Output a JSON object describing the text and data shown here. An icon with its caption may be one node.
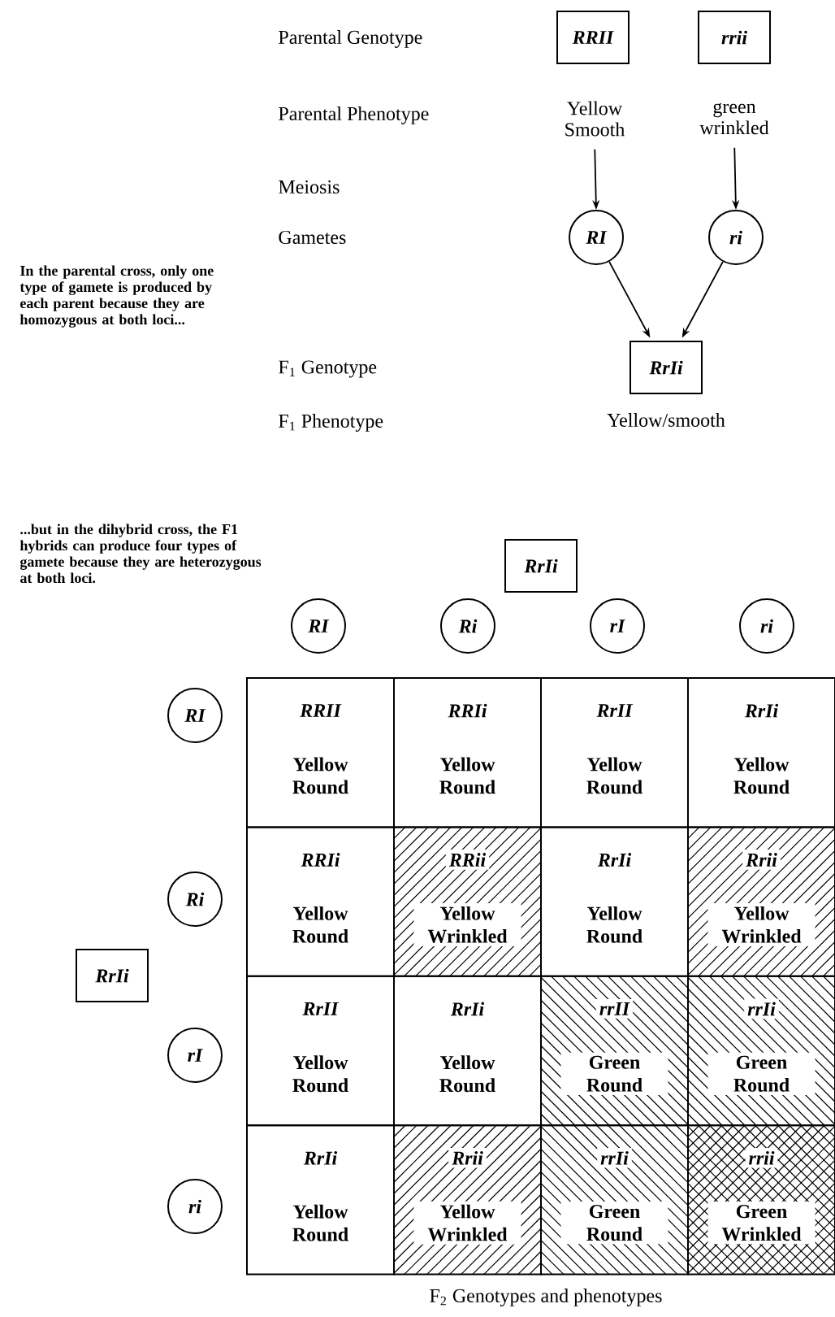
{
  "diagram": {
    "caption": "F$_{2}$ Genotypes and phenotypes",
    "nodes": [
      {
        "text": [
          "RRII"
        ]
      },
      {
        "text": [
          "rrii"
        ]
      },
      {
        "text": [
          "Yellow Smooth"
        ]
      },
      {
        "text": [
          "green wrinkled"
        ]
      },
      {
        "text": [
          "RI"
        ]
      },
      {
        "text": [
          "ri"
        ]
      },
      {
        "text": [
          "RrIi"
        ],
        "beside": [
          "Yellow/smooth"
        ]
      },
      {
        "text": [
          "RrIi"
        ]
      },
      {
        "text": [
          "RI"
        ]
      },
      {
        "text": [
          "Ri"
        ]
      },
      {
        "text": [
          "rI"
        ]
      },
      {
        "text": [
          "ri"
        ]
      },
      {
        "text": [
          "RI"
        ]
      },
      {
        "text": [
          "Ri"
        ]
      },
      {
        "text": [
          "rI"
        ]
      },
      {
        "text": [
          "ri"
        ]
      },
      {
        "text": [
          "RrIi"
        ]
      },
      {
        "text": [
          "RRII",
          "Yellow Round"
        ]
      },
      {
        "text": [
          "RRIi",
          "Yellow Round"
        ]
      },
      {
        "text": [
          "RrII",
          "Yellow Round"
        ]
      },
      {
        "text": [
          "RrIi",
          "Yellow Round"
        ]
      },
      {
        "text": [
          "RRIi",
          "Yellow Round"
        ]
      },
      {
        "text": [
          "RRii",
          "Yellow Wrinkled"
        ]
      },
      {
        "text": [
          "RrIi",
          "Yellow Round"
        ]
      },
      {
        "text": [
          "Rrii",
          "Yellow Wrinkled"
        ]
      },
      {
        "text": [
          "RrII",
          "Yellow Round"
        ]
      },
      {
        "text": [
          "RrIi",
          "Yellow Round"
        ]
      },
      {
        "text": [
          "rrII",
          "Green Round"
        ]
      },
      {
        "text": [
          "rrIi",
          "Green Round"
        ]
      },
      {
        "text": [
          "RrIi",
          "Yellow Round"
        ]
      },
      {
        "text": [
          "Rrii",
          "Yellow Wrinkled"
        ]
      },
      {
        "text": [
          "rrIi",
          "Green Round"
        ]
      },
      {
        "text": [
          "rrii",
          "Green Wrinkled"
        ]
      }
    ],
    "edges": [
      {
        "from": 2,
        "to": 4,
        "arrow": "to"
      },
      {
        "from": 3,
        "to": 5,
        "arrow": "to"
      },
      {
        "from": 4,
        "to": 6,
        "arrow": "to"
      },
      {
        "from": 5,
        "to": 6,
        "arrow": "to"
      }
    ],
    "labels": [
      "Parental Genotype",
      "Parental Phenotype",
      "Meiosis",
      "Gametes",
      "In the parental cross, only one type of gamete is produced by each parent because they are homozygous at both loci...",
      "F$_{1}$ Genotype",
      "F$_{1}$ Phenotype",
      "...but in the dihybrid cross, the F1 hybrids can produce four types of gamete because they are heterozygous at both loci."
    ]
  }
}
